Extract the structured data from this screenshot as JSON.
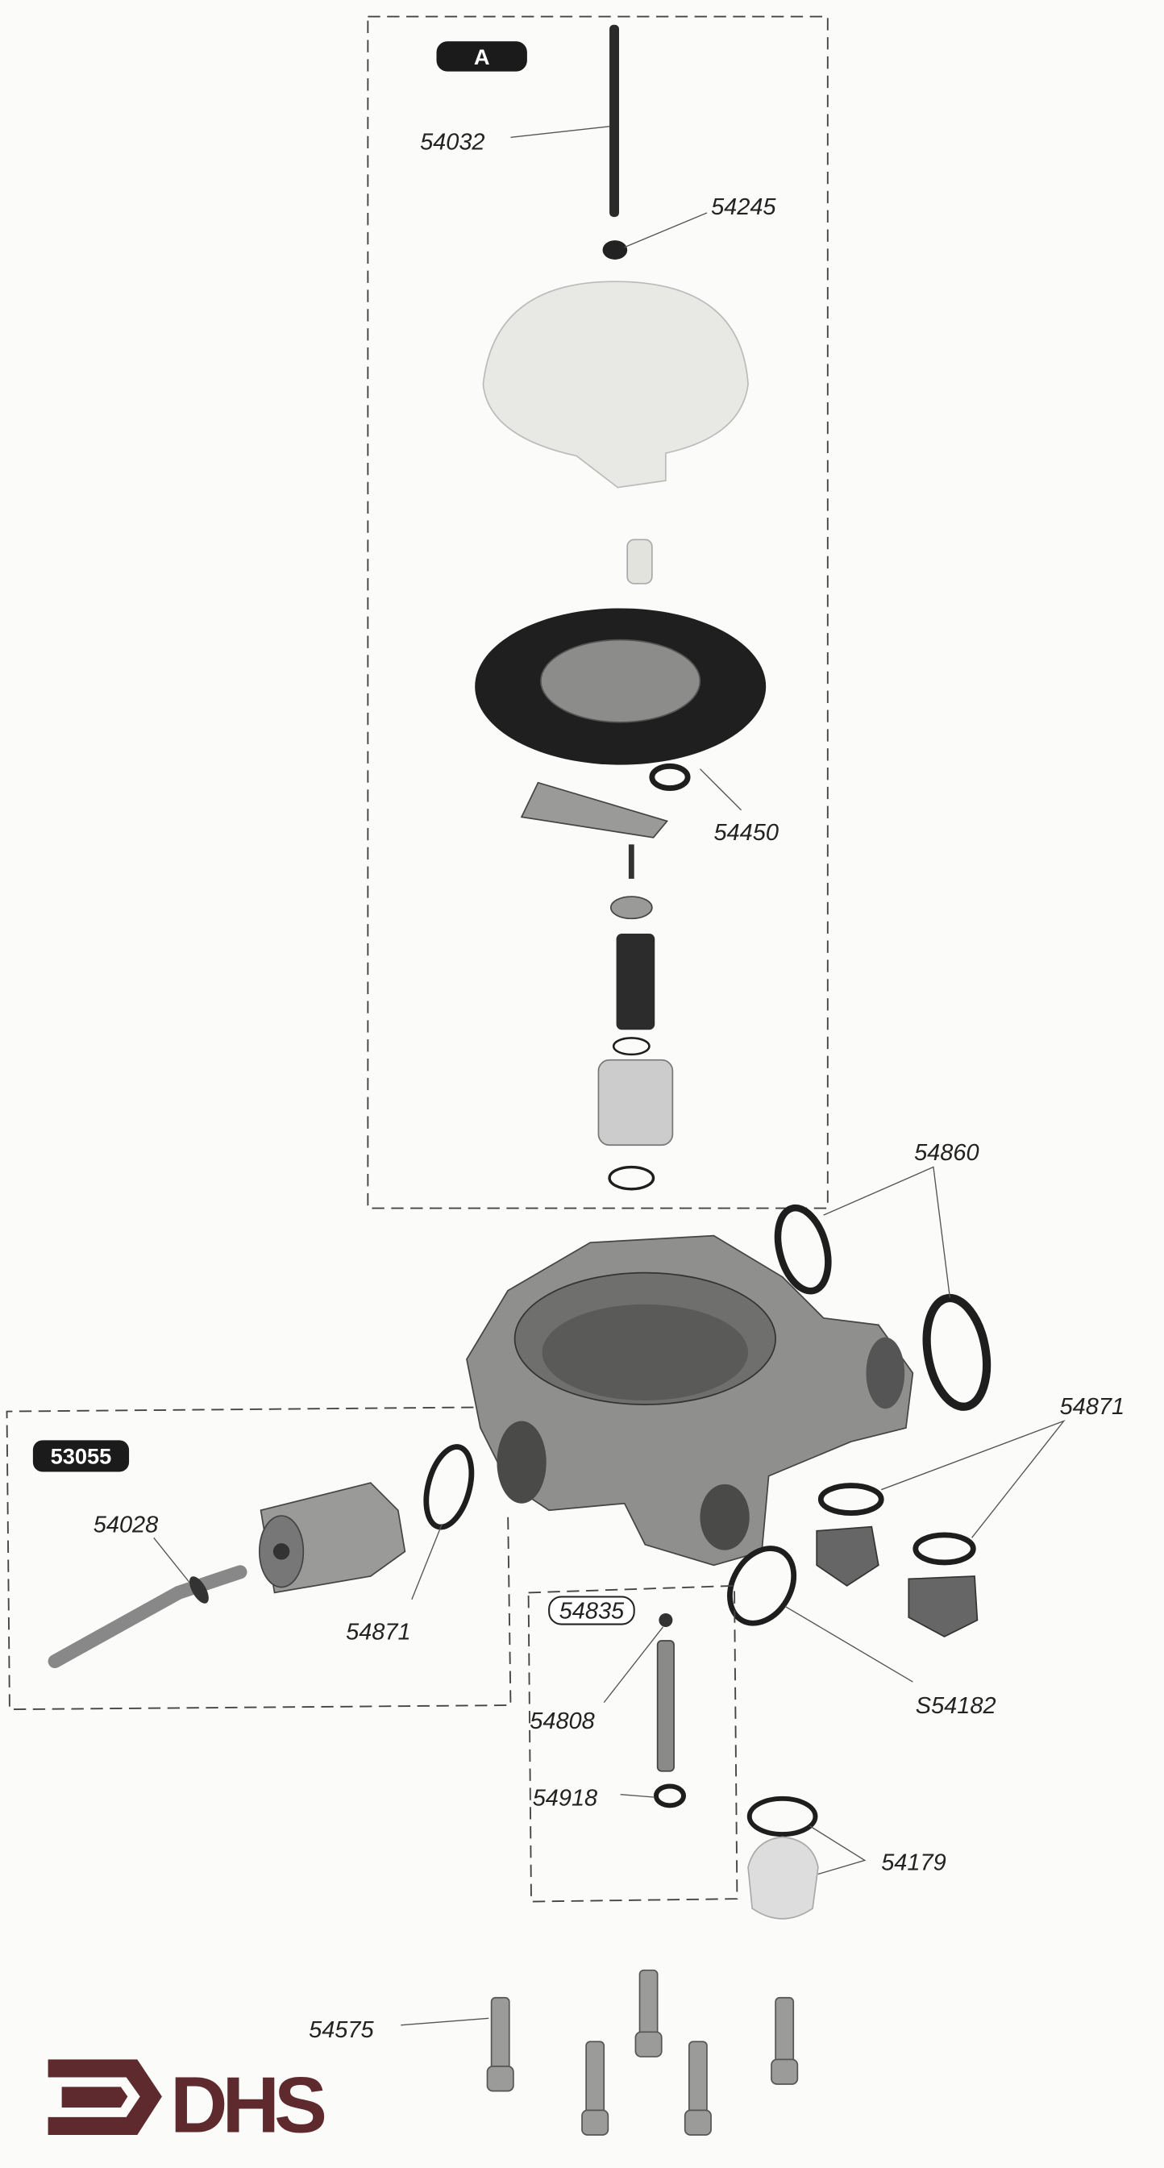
{
  "title_badges": {
    "section_a": "A",
    "kit_53055": "53055",
    "kit_54835": "54835"
  },
  "parts": {
    "p54032": "54032",
    "p54245": "54245",
    "p54450": "54450",
    "p54860": "54860",
    "p54871_right": "54871",
    "p54028": "54028",
    "p54871_left": "54871",
    "p54808": "54808",
    "p54918": "54918",
    "pS54182": "S54182",
    "p54179": "54179",
    "p54575": "54575"
  },
  "logo": {
    "text": "DHS",
    "color": "#5e2a2e"
  }
}
